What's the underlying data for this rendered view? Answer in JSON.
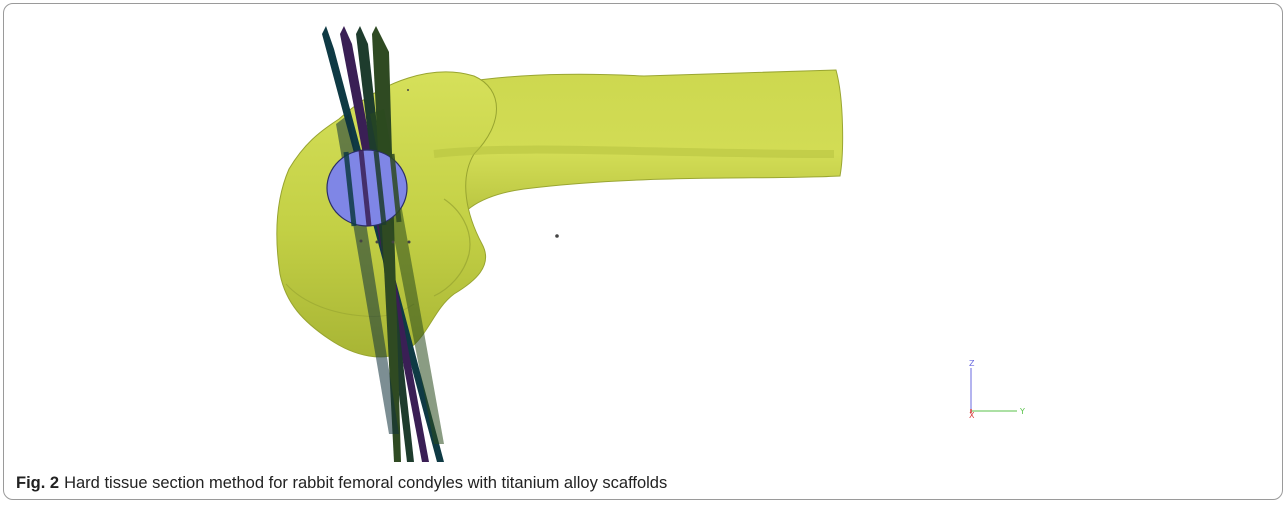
{
  "figure": {
    "label": "Fig. 2",
    "caption": "Hard tissue section method for rabbit femoral condyles with titanium alloy scaffolds"
  },
  "model": {
    "bone_color": "#c9d64a",
    "scaffold_color": "#7f86e6",
    "plane_colors": [
      "#0f3a44",
      "#3a1f55",
      "#1e3c2d",
      "#2f4a22"
    ]
  },
  "axes_triad": {
    "z_label": "Z",
    "x_label": "X",
    "y_label": "Y",
    "z_color": "#6a6adf",
    "y_color": "#58c24a",
    "x_color": "#d94040"
  }
}
